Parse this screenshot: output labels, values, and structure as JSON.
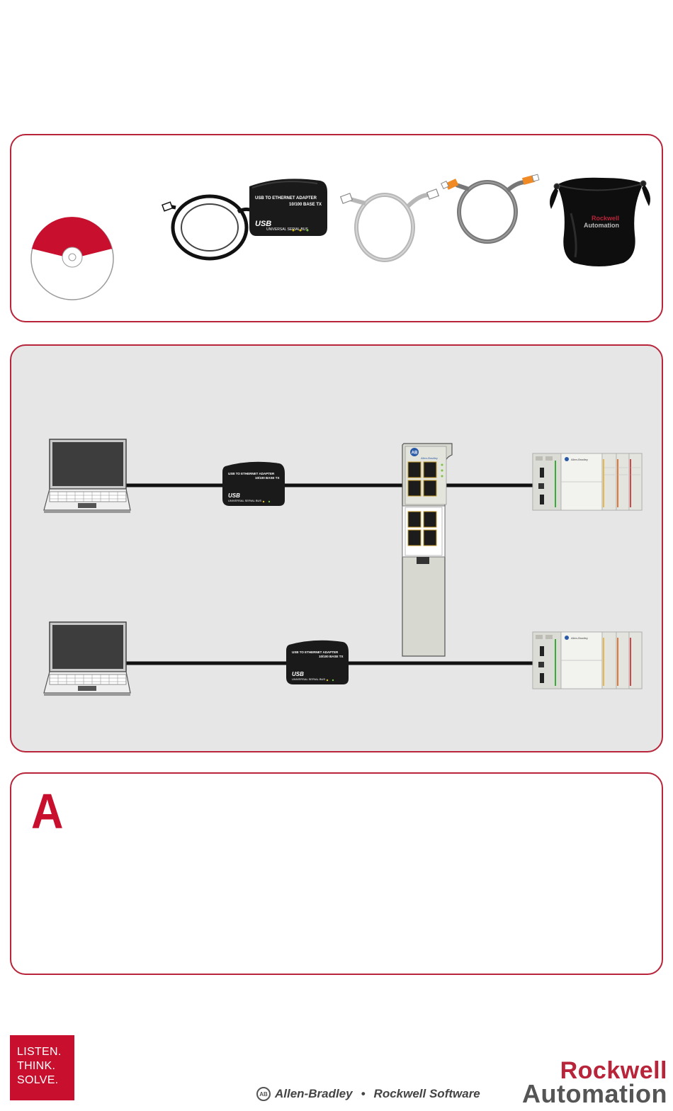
{
  "kit": {
    "adapter_text_line1": "USB TO ETHERNET ADAPTER",
    "adapter_text_line2": "10/100 BASE TX",
    "adapter_usb": "USB",
    "adapter_bus": "UNIVERSAL SERIAL BUS",
    "pouch_brand_line1": "Rockwell",
    "pouch_brand_line2": "Automation"
  },
  "connect": {
    "adapter_text_line1": "USB TO ETHERNET ADAPTER",
    "adapter_text_line2": "10/100 BASE TX",
    "adapter_usb": "USB",
    "adapter_bus": "UNIVERSAL SERIAL BUS",
    "switch_brand": "Allen-Bradley",
    "switch_logo": "AB",
    "controller_brand": "Allen-Bradley"
  },
  "note": {
    "letter": "A"
  },
  "footer": {
    "tagline": [
      "LISTEN.",
      "THINK.",
      "SOLVE."
    ],
    "ab_logo": "AB",
    "brands": [
      "Allen-Bradley",
      "•",
      "Rockwell Software"
    ],
    "ra_line1": "Rockwell",
    "ra_line2": "Automation"
  },
  "colors": {
    "accent": "#c8102e",
    "panel_border": "#b8243a",
    "panel_grey": "#e6e6e7",
    "cable_orange": "#f08a24"
  }
}
